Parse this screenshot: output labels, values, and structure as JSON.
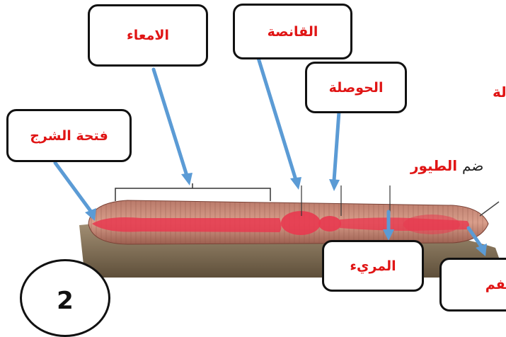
{
  "labels": {
    "intestine": "الامعاء",
    "gizzard": "القانصة",
    "crop": "الحوصلة",
    "anus": "فتحة الشرج",
    "esophagus": "المريء",
    "mouth": "الفم"
  },
  "background_text": {
    "partial_heading": "لة",
    "line_prefix": "ضم",
    "line_highlight": "الطيور"
  },
  "slide_number": "2",
  "colors": {
    "label_text": "#e01515",
    "arrow": "#5b9bd5",
    "worm_body": "#c98a78",
    "digestive_tract": "#e8384f",
    "soil": "#7a6a50"
  }
}
